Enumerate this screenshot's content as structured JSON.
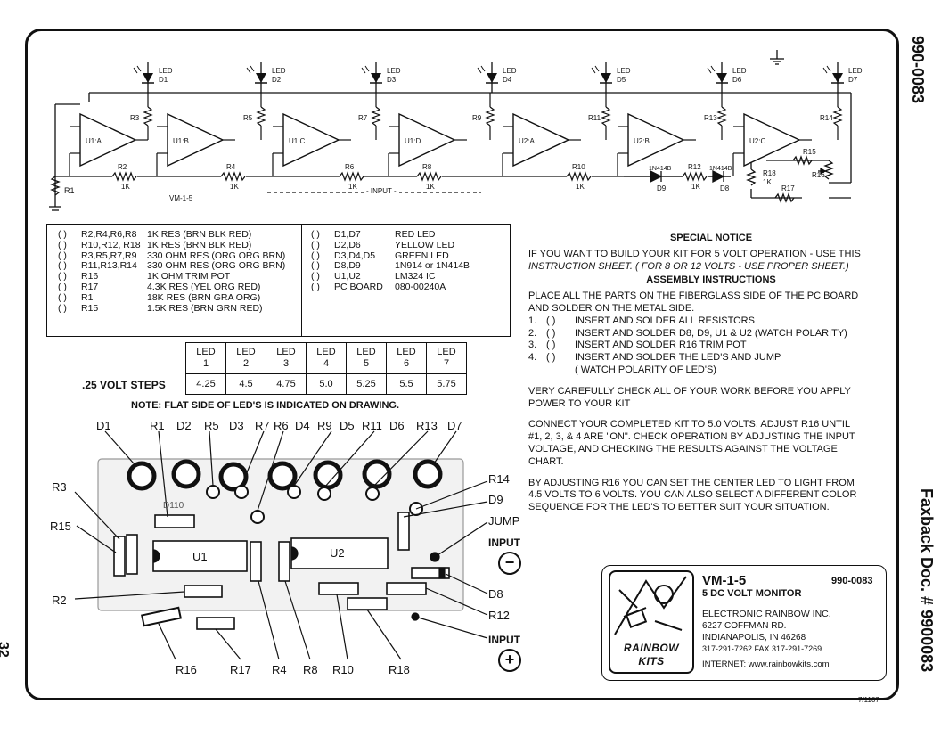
{
  "side_texts": {
    "doc_number": "990-0083",
    "faxback": "Faxback Doc. # 9900083",
    "page_number": "32",
    "date_code": "7/1107"
  },
  "schematic": {
    "leds": [
      {
        "id": "led1",
        "label": "LED",
        "sub": "D1"
      },
      {
        "id": "led2",
        "label": "LED",
        "sub": "D2"
      },
      {
        "id": "led3",
        "label": "LED",
        "sub": "D3"
      },
      {
        "id": "led4",
        "label": "LED",
        "sub": "D4"
      },
      {
        "id": "led5",
        "label": "LED",
        "sub": "D5"
      },
      {
        "id": "led6",
        "label": "LED",
        "sub": "D6"
      },
      {
        "id": "led7",
        "label": "LED",
        "sub": "D7"
      }
    ],
    "opamps": [
      "U1:A",
      "U1:B",
      "U1:C",
      "U1:D",
      "U2:A",
      "U2:B",
      "U2:C"
    ],
    "resistors": [
      "R3",
      "R5",
      "R7",
      "R9",
      "R11",
      "R13",
      "R14"
    ],
    "chain_resistors": [
      {
        "label": "R2",
        "value": "1K"
      },
      {
        "label": "R4",
        "value": "1K"
      },
      {
        "label": "R6",
        "value": "1K"
      },
      {
        "label": "R8",
        "value": "1K"
      },
      {
        "label": "R10",
        "value": "1K"
      },
      {
        "label": "R12",
        "value": "1K"
      }
    ],
    "r1_label": "R1",
    "model_tag": "VM-1-5",
    "input_label": "- INPUT -",
    "diodes": [
      {
        "label": "D9",
        "part": "1N414B"
      },
      {
        "label": "D8",
        "part": "1N414B"
      }
    ],
    "r15": "R15",
    "r16": "R16",
    "r17": "R17",
    "r18": "R18",
    "r18_value": "1K"
  },
  "parts_list": {
    "left": [
      {
        "check": "(   )",
        "codes": "R2,R4,R6,R8",
        "desc": "1K RES (BRN BLK RED)"
      },
      {
        "check": "(   )",
        "codes": "R10,R12, R18",
        "desc": "1K RES (BRN BLK RED)"
      },
      {
        "check": "(   )",
        "codes": "R3,R5,R7,R9",
        "desc": "330 OHM RES (ORG ORG BRN)"
      },
      {
        "check": "(   )",
        "codes": "R11,R13,R14",
        "desc": "330 OHM RES (ORG ORG BRN)"
      },
      {
        "check": "(   )",
        "codes": "R16",
        "desc": "1K OHM TRIM POT"
      },
      {
        "check": "(   )",
        "codes": "R17",
        "desc": "4.3K RES (YEL ORG RED)"
      },
      {
        "check": "(   )",
        "codes": "R1",
        "desc": "18K RES (BRN GRA ORG)"
      },
      {
        "check": "(   )",
        "codes": "R15",
        "desc": "1.5K RES (BRN GRN RED)"
      }
    ],
    "right": [
      {
        "check": "(   )",
        "codes": "D1,D7",
        "desc": "RED LED"
      },
      {
        "check": "(   )",
        "codes": "D2,D6",
        "desc": "YELLOW LED"
      },
      {
        "check": "(   )",
        "codes": "D3,D4,D5",
        "desc": "GREEN LED"
      },
      {
        "check": "(   )",
        "codes": "D8,D9",
        "desc": "1N914 or 1N414B"
      },
      {
        "check": "(   )",
        "codes": "U1,U2",
        "desc": "LM324 IC"
      },
      {
        "check": "(   )",
        "codes": "PC BOARD",
        "desc": "080-00240A"
      }
    ]
  },
  "voltage_table": {
    "row_label": ".25 VOLT STEPS",
    "headers": [
      [
        "LED",
        "1"
      ],
      [
        "LED",
        "2"
      ],
      [
        "LED",
        "3"
      ],
      [
        "LED",
        "4"
      ],
      [
        "LED",
        "5"
      ],
      [
        "LED",
        "6"
      ],
      [
        "LED",
        "7"
      ]
    ],
    "values": [
      "4.25",
      "4.5",
      "4.75",
      "5.0",
      "5.25",
      "5.5",
      "5.75"
    ]
  },
  "note": "NOTE:  FLAT SIDE OF LED'S IS INDICATED ON DRAWING.",
  "board": {
    "top_labels": [
      "D1",
      "R1",
      "D2",
      "R5",
      "D3",
      "R7",
      "R6",
      "D4",
      "R9",
      "D5",
      "R11",
      "D6",
      "R13",
      "D7"
    ],
    "left_labels": [
      "R3",
      "R15",
      "R2"
    ],
    "bottom_labels": [
      "R16",
      "R17",
      "R4",
      "R8",
      "R10",
      "R18"
    ],
    "right_labels": [
      "R14",
      "D9",
      "JUMP",
      "D8",
      "R12"
    ],
    "input_top": "INPUT",
    "input_bottom": "INPUT",
    "minus": "−",
    "plus": "+",
    "u1": "U1",
    "u2": "U2",
    "silk": "D110"
  },
  "instructions": {
    "special_title": "SPECIAL NOTICE",
    "special_1": "IF YOU WANT TO BUILD YOUR KIT FOR  5 VOLT OPERATION - USE THIS",
    "special_2": "INSTRUCTION SHEET.  ( FOR 8 OR 12 VOLTS - USE PROPER SHEET.)",
    "assembly_title": "ASSEMBLY INSTRUCTIONS",
    "place_1": "PLACE ALL THE PARTS ON THE FIBERGLASS SIDE OF THE PC BOARD",
    "place_2": "AND SOLDER ON THE METAL SIDE.",
    "steps": [
      {
        "num": "1.",
        "check": "(   )",
        "text": "INSERT AND SOLDER ALL RESISTORS"
      },
      {
        "num": "2.",
        "check": "(   )",
        "text": "INSERT AND SOLDER D8, D9, U1 & U2  (WATCH POLARITY)"
      },
      {
        "num": "3.",
        "check": "(   )",
        "text": "INSERT AND SOLDER R16 TRIM POT"
      },
      {
        "num": "4.",
        "check": "(   )",
        "text": "INSERT AND SOLDER THE LED'S  AND JUMP"
      }
    ],
    "step4_cont": "( WATCH POLARITY OF LED'S)",
    "careful_1": "VERY CAREFULLY CHECK ALL OF YOUR WORK BEFORE YOU APPLY",
    "careful_2": "POWER TO YOUR KIT",
    "connect_1": "CONNECT YOUR COMPLETED KIT TO 5.0 VOLTS.  ADJUST R16 UNTIL",
    "connect_2": "#1, 2, 3, & 4 ARE \"ON\".  CHECK OPERATION BY ADJUSTING THE INPUT",
    "connect_3": "VOLTAGE, AND CHECKING THE RESULTS AGAINST THE VOLTAGE",
    "connect_4": "CHART.",
    "adjust_1": "BY ADJUSTING R16 YOU CAN SET THE CENTER LED TO LIGHT FROM",
    "adjust_2": "4.5 VOLTS TO 6 VOLTS.  YOU CAN ALSO SELECT A DIFFERENT COLOR",
    "adjust_3": "SEQUENCE FOR THE LED'S  TO BETTER SUIT YOUR  SITUATION."
  },
  "info_box": {
    "model": "VM-1-5",
    "part_no": "990-0083",
    "product": "5 DC VOLT MONITOR",
    "company": "ELECTRONIC RAINBOW INC.",
    "address1": "6227 COFFMAN RD.",
    "address2": "INDIANAPOLIS, IN 46268",
    "phone": "317-291-7262   FAX 317-291-7269",
    "internet": "INTERNET:  www.rainbowkits.com",
    "logo_line1": "RAINBOW",
    "logo_line2": "KITS"
  }
}
